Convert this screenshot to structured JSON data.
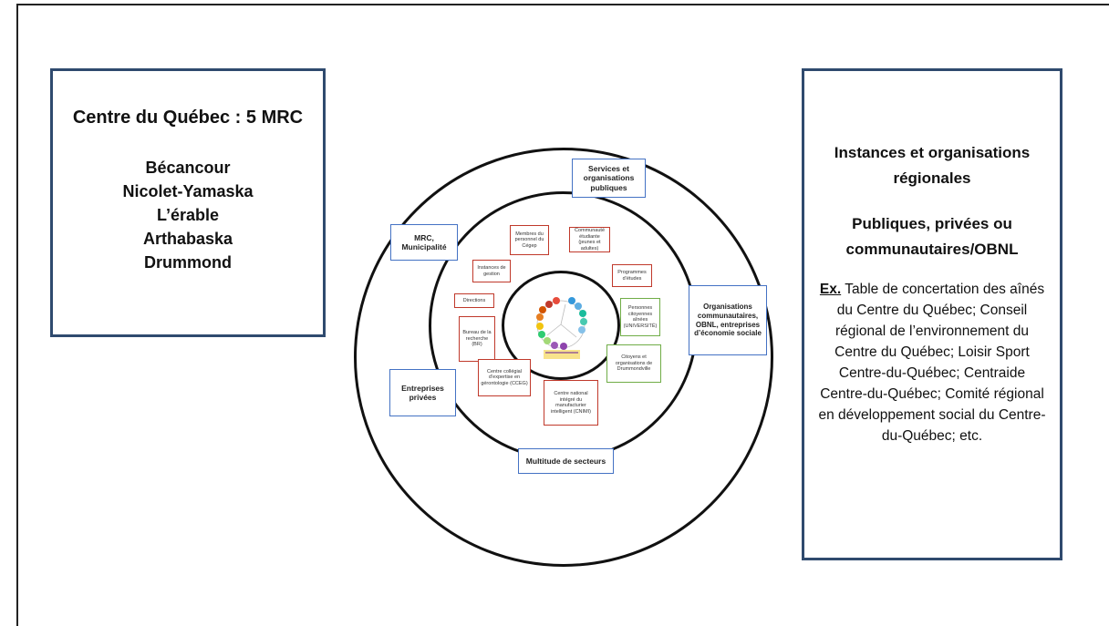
{
  "left_panel": {
    "title": "Centre du Québec : 5 MRC",
    "items": [
      "Bécancour",
      "Nicolet-Yamaska",
      "L’érable",
      "Arthabaska",
      "Drummond"
    ]
  },
  "right_panel": {
    "heading_line1": "Instances et organisations",
    "heading_line2": "régionales",
    "sub_line1": "Publiques, privées ou",
    "sub_line2": "communautaires/OBNL",
    "example_label": "Ex.",
    "example_text": " Table de concertation des aînés du Centre du Québec; Conseil régional de l’environnement du Centre du Québec; Loisir Sport Centre-du-Québec; Centraide Centre-du-Québec; Comité régional en développement social du Centre-du-Québec; etc."
  },
  "outer_ring_labels": {
    "services": "Services et organisations publiques",
    "mrc": "MRC, Municipalité",
    "organisations": "Organisations communautaires, OBNL, entreprises d’économie sociale",
    "entreprises": "Entreprises privées",
    "secteurs": "Multitude de secteurs"
  },
  "middle_ring_labels": {
    "membres": "Membres du personnel du Cégep",
    "communaute": "Communauté étudiante (jeunes et adultes)",
    "instances": "Instances de gestion",
    "programmes": "Programmes d’études",
    "directions": "Directions",
    "personnes": "Personnes citoyennes aînées (UNIVERSITÉ)",
    "bureau": "Bureau de la recherche (BR)",
    "citoyens": "Citoyens et organisations de Drummondville",
    "centre_collegial": "Centre collégial d’expertise en gérontologie (CCEG)",
    "centre_national": "Centre national intégré du manufacturier intelligent (CNIMI)"
  },
  "colors": {
    "frame": "#222222",
    "side_border": "#2f4a6e",
    "blue_label": "#4472c4",
    "red_label": "#c0392b",
    "green_label": "#70ad47"
  }
}
